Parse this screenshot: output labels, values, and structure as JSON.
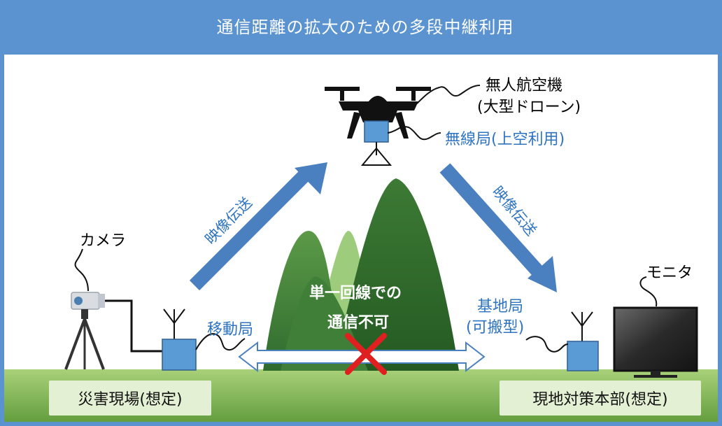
{
  "title": "通信距離の拡大のための多段中継利用",
  "drone": {
    "name_line1": "無人航空機",
    "name_line2": "(大型ドローン)",
    "station": "無線局(上空利用)"
  },
  "links": {
    "left_arrow": "映像伝送",
    "right_arrow": "映像伝送"
  },
  "camera_label": "カメラ",
  "mobile_station": "移動局",
  "obstacle": {
    "line1": "単一回線での",
    "line2": "通信不可"
  },
  "base_station": {
    "line1": "基地局",
    "line2": "(可搬型)"
  },
  "monitor_label": "モニタ",
  "site_left": "災害現場(想定)",
  "site_right": "現地対策本部(想定)",
  "colors": {
    "frame": "#5b93d1",
    "arrow": "#4a80c0",
    "station": "#5b9bd5",
    "ground": "#8cbf5a",
    "mountain_dark": "#2f6b2e",
    "mountain_light": "#8cc06a",
    "cross": "#e02020"
  }
}
